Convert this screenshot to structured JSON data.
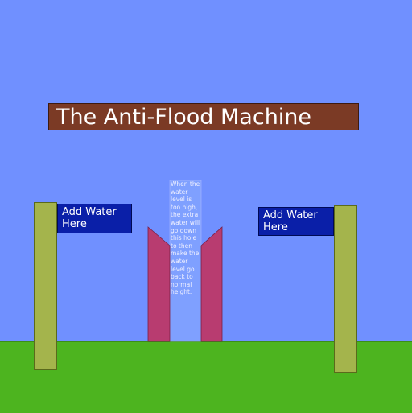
{
  "game": {
    "title": "The Anti-Flood Machine",
    "left_sign": "Add Water Here",
    "right_sign": "Add Water Here",
    "hole_note": "When the water level is too high, the extra water will go down this hole to then make the water level go back to normal height."
  },
  "colors": {
    "sky": "#7090ff",
    "ground": "#4db41f",
    "title_banner": "#7b3a25",
    "pillar": "#a4b44c",
    "sign": "#0a1fa8",
    "funnel": "#b83c70",
    "hole": "#7fa0ff"
  }
}
